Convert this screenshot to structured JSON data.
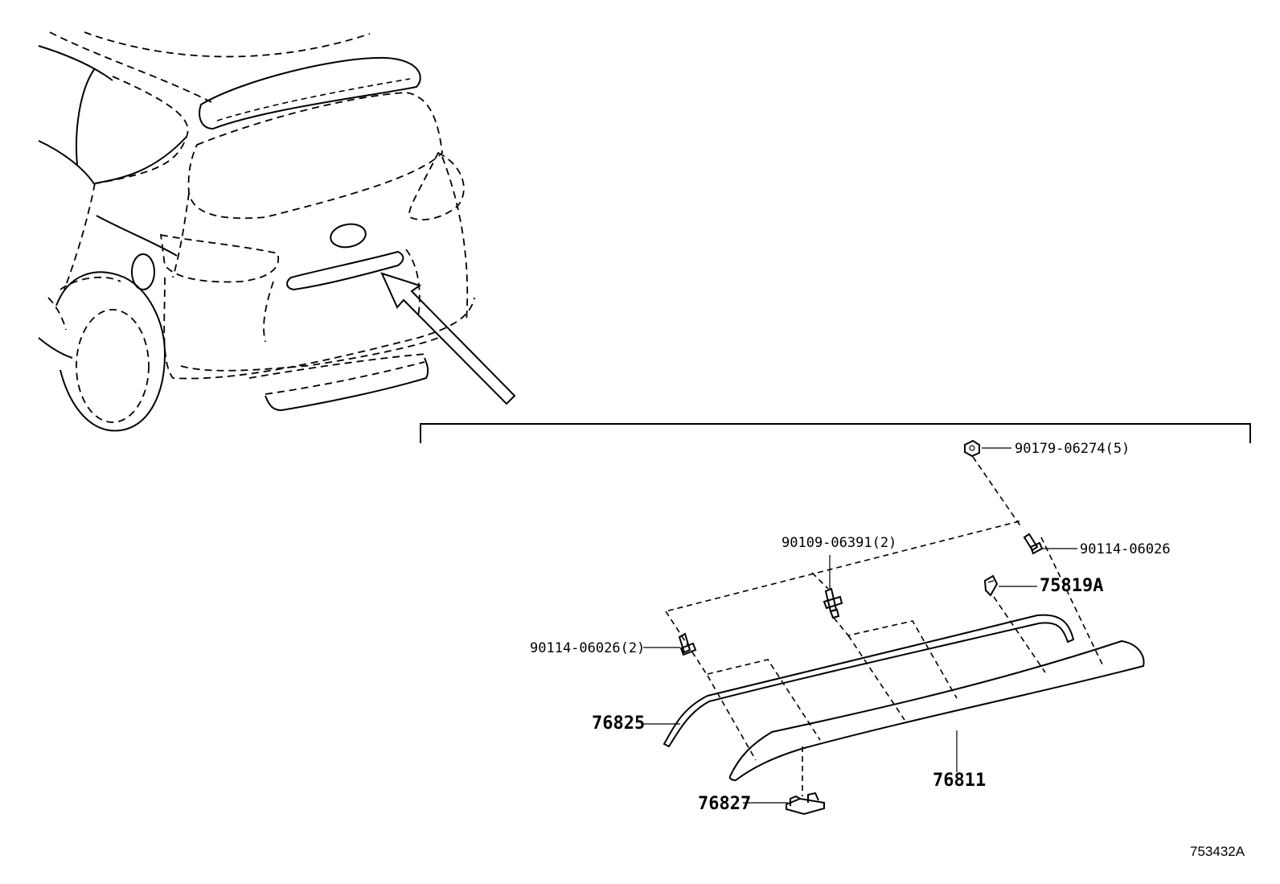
{
  "diagram": {
    "parts": [
      {
        "key": "nut",
        "label": "90179-06274(5)"
      },
      {
        "key": "screw_right",
        "label": "90114-06026"
      },
      {
        "key": "screw_center",
        "label": "90109-06391(2)"
      },
      {
        "key": "clip",
        "label": "75819A"
      },
      {
        "key": "screw_left",
        "label": "90114-06026(2)"
      },
      {
        "key": "garnish_seal",
        "label": "76825"
      },
      {
        "key": "garnish",
        "label": "76811"
      },
      {
        "key": "bracket",
        "label": "76827"
      }
    ],
    "diagram_id": "753432A"
  }
}
